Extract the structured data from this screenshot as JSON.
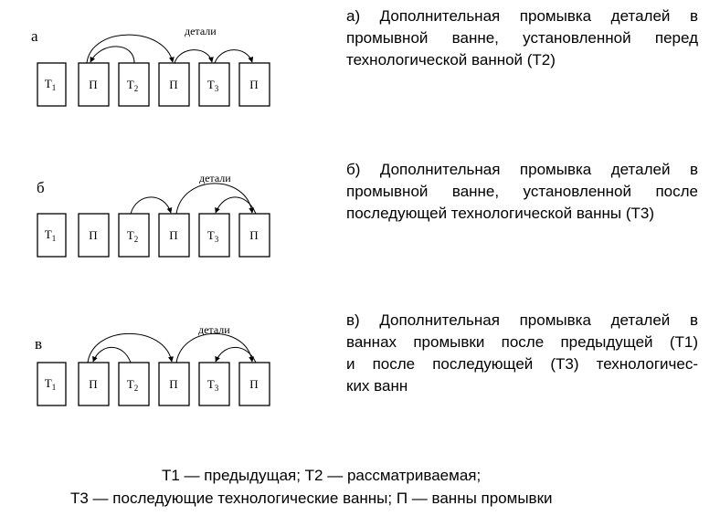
{
  "rows": [
    {
      "letter": "а",
      "parts_label": "детали",
      "tanks": [
        "T1",
        "П",
        "T2",
        "П",
        "T3",
        "П"
      ],
      "description_lines": [
        "а) Дополнительная промывка деталей в",
        "промывной ванне, установленной перед",
        "технологической ванной (Т2)"
      ]
    },
    {
      "letter": "б",
      "parts_label": "детали",
      "tanks": [
        "T1",
        "П",
        "T2",
        "П",
        "T3",
        "П"
      ],
      "description_lines": [
        "б) Дополнительная промывка деталей в",
        "промывной ванне, установленной после",
        "последующей технологической ванны (Т3)"
      ]
    },
    {
      "letter": "в",
      "parts_label": "детали",
      "tanks": [
        "T1",
        "П",
        "T2",
        "П",
        "T3",
        "П"
      ],
      "description_lines": [
        "в) Дополнительная промывка деталей в",
        "ваннах промывки после предыдущей (Т1)",
        "и после последующей (Т3) технологичес-",
        "ких ванн"
      ]
    }
  ],
  "legend": {
    "line1": "Т1 — предыдущая; Т2 — рассматриваемая;",
    "line2": "Т3 — последующие технологические ванны; П — ванны промывки"
  }
}
